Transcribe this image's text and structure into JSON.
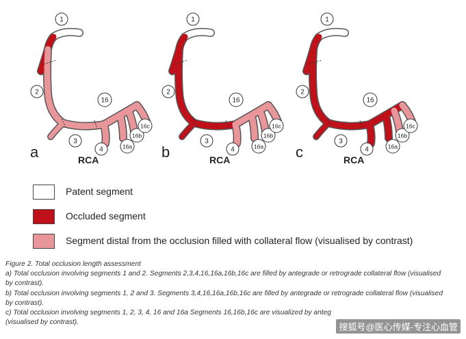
{
  "colors": {
    "patent": "#ffffff",
    "occluded": "#c0101a",
    "distal": "#e8969a",
    "outline": "#555555"
  },
  "panels": [
    {
      "letter": "a",
      "vessel": "RCA",
      "seg_colors": {
        "s1a": "patent",
        "s1b": "occluded",
        "s2": "distal",
        "s3": "distal",
        "s4": "distal",
        "s16": "distal",
        "s16a": "distal",
        "s16b": "distal",
        "s16c": "distal"
      },
      "labels": {
        "1": "1",
        "2": "2",
        "3": "3",
        "4": "4",
        "16": "16",
        "16a": "16a",
        "16b": "16b",
        "16c": "16c"
      }
    },
    {
      "letter": "b",
      "vessel": "RCA",
      "seg_colors": {
        "s1a": "patent",
        "s1b": "occluded",
        "s2": "occluded",
        "s3": "occluded",
        "s4": "distal",
        "s16": "distal",
        "s16a": "distal",
        "s16b": "distal",
        "s16c": "distal"
      },
      "labels": {
        "1": "1",
        "2": "2",
        "3": "3",
        "4": "4",
        "16": "16",
        "16a": "16a",
        "16b": "16b",
        "16c": "16c"
      }
    },
    {
      "letter": "c",
      "vessel": "RCA",
      "seg_colors": {
        "s1a": "patent",
        "s1b": "occluded",
        "s2": "occluded",
        "s3": "occluded",
        "s4": "occluded",
        "s16": "occluded",
        "s16a": "occluded",
        "s16b": "distal",
        "s16c": "distal"
      },
      "labels": {
        "1": "1",
        "2": "2",
        "3": "3",
        "4": "4",
        "16": "16",
        "16a": "16a",
        "16b": "16b",
        "16c": "16c"
      }
    }
  ],
  "legend": [
    {
      "color": "patent",
      "label": "Patent segment"
    },
    {
      "color": "occluded",
      "label": "Occluded segment"
    },
    {
      "color": "distal",
      "label": "Segment distal from the occlusion filled with collateral flow (visualised by contrast)"
    }
  ],
  "caption": [
    "Figure 2. Total occlusion length assessment",
    "a) Total occlusion involving segments 1 and 2. Segments 2,3,4,16,16a,16b,16c are filled by antegrade or retrograde collateral flow (visualised",
    "by contrast).",
    "b) Total occlusion involving segments 1, 2 and 3. Segments 3,4,16,16a,16b,16c are filled by antegrade or retrograde collateral flow (visualised",
    "by contrast).",
    "c) Total occlusion involving segments 1, 2, 3, 4, 16 and 16a Segments 16,16b,16c are visualized by anteg",
    "(visualised by contrast)."
  ],
  "watermark": "搜狐号@医心传媒-专注心血管"
}
